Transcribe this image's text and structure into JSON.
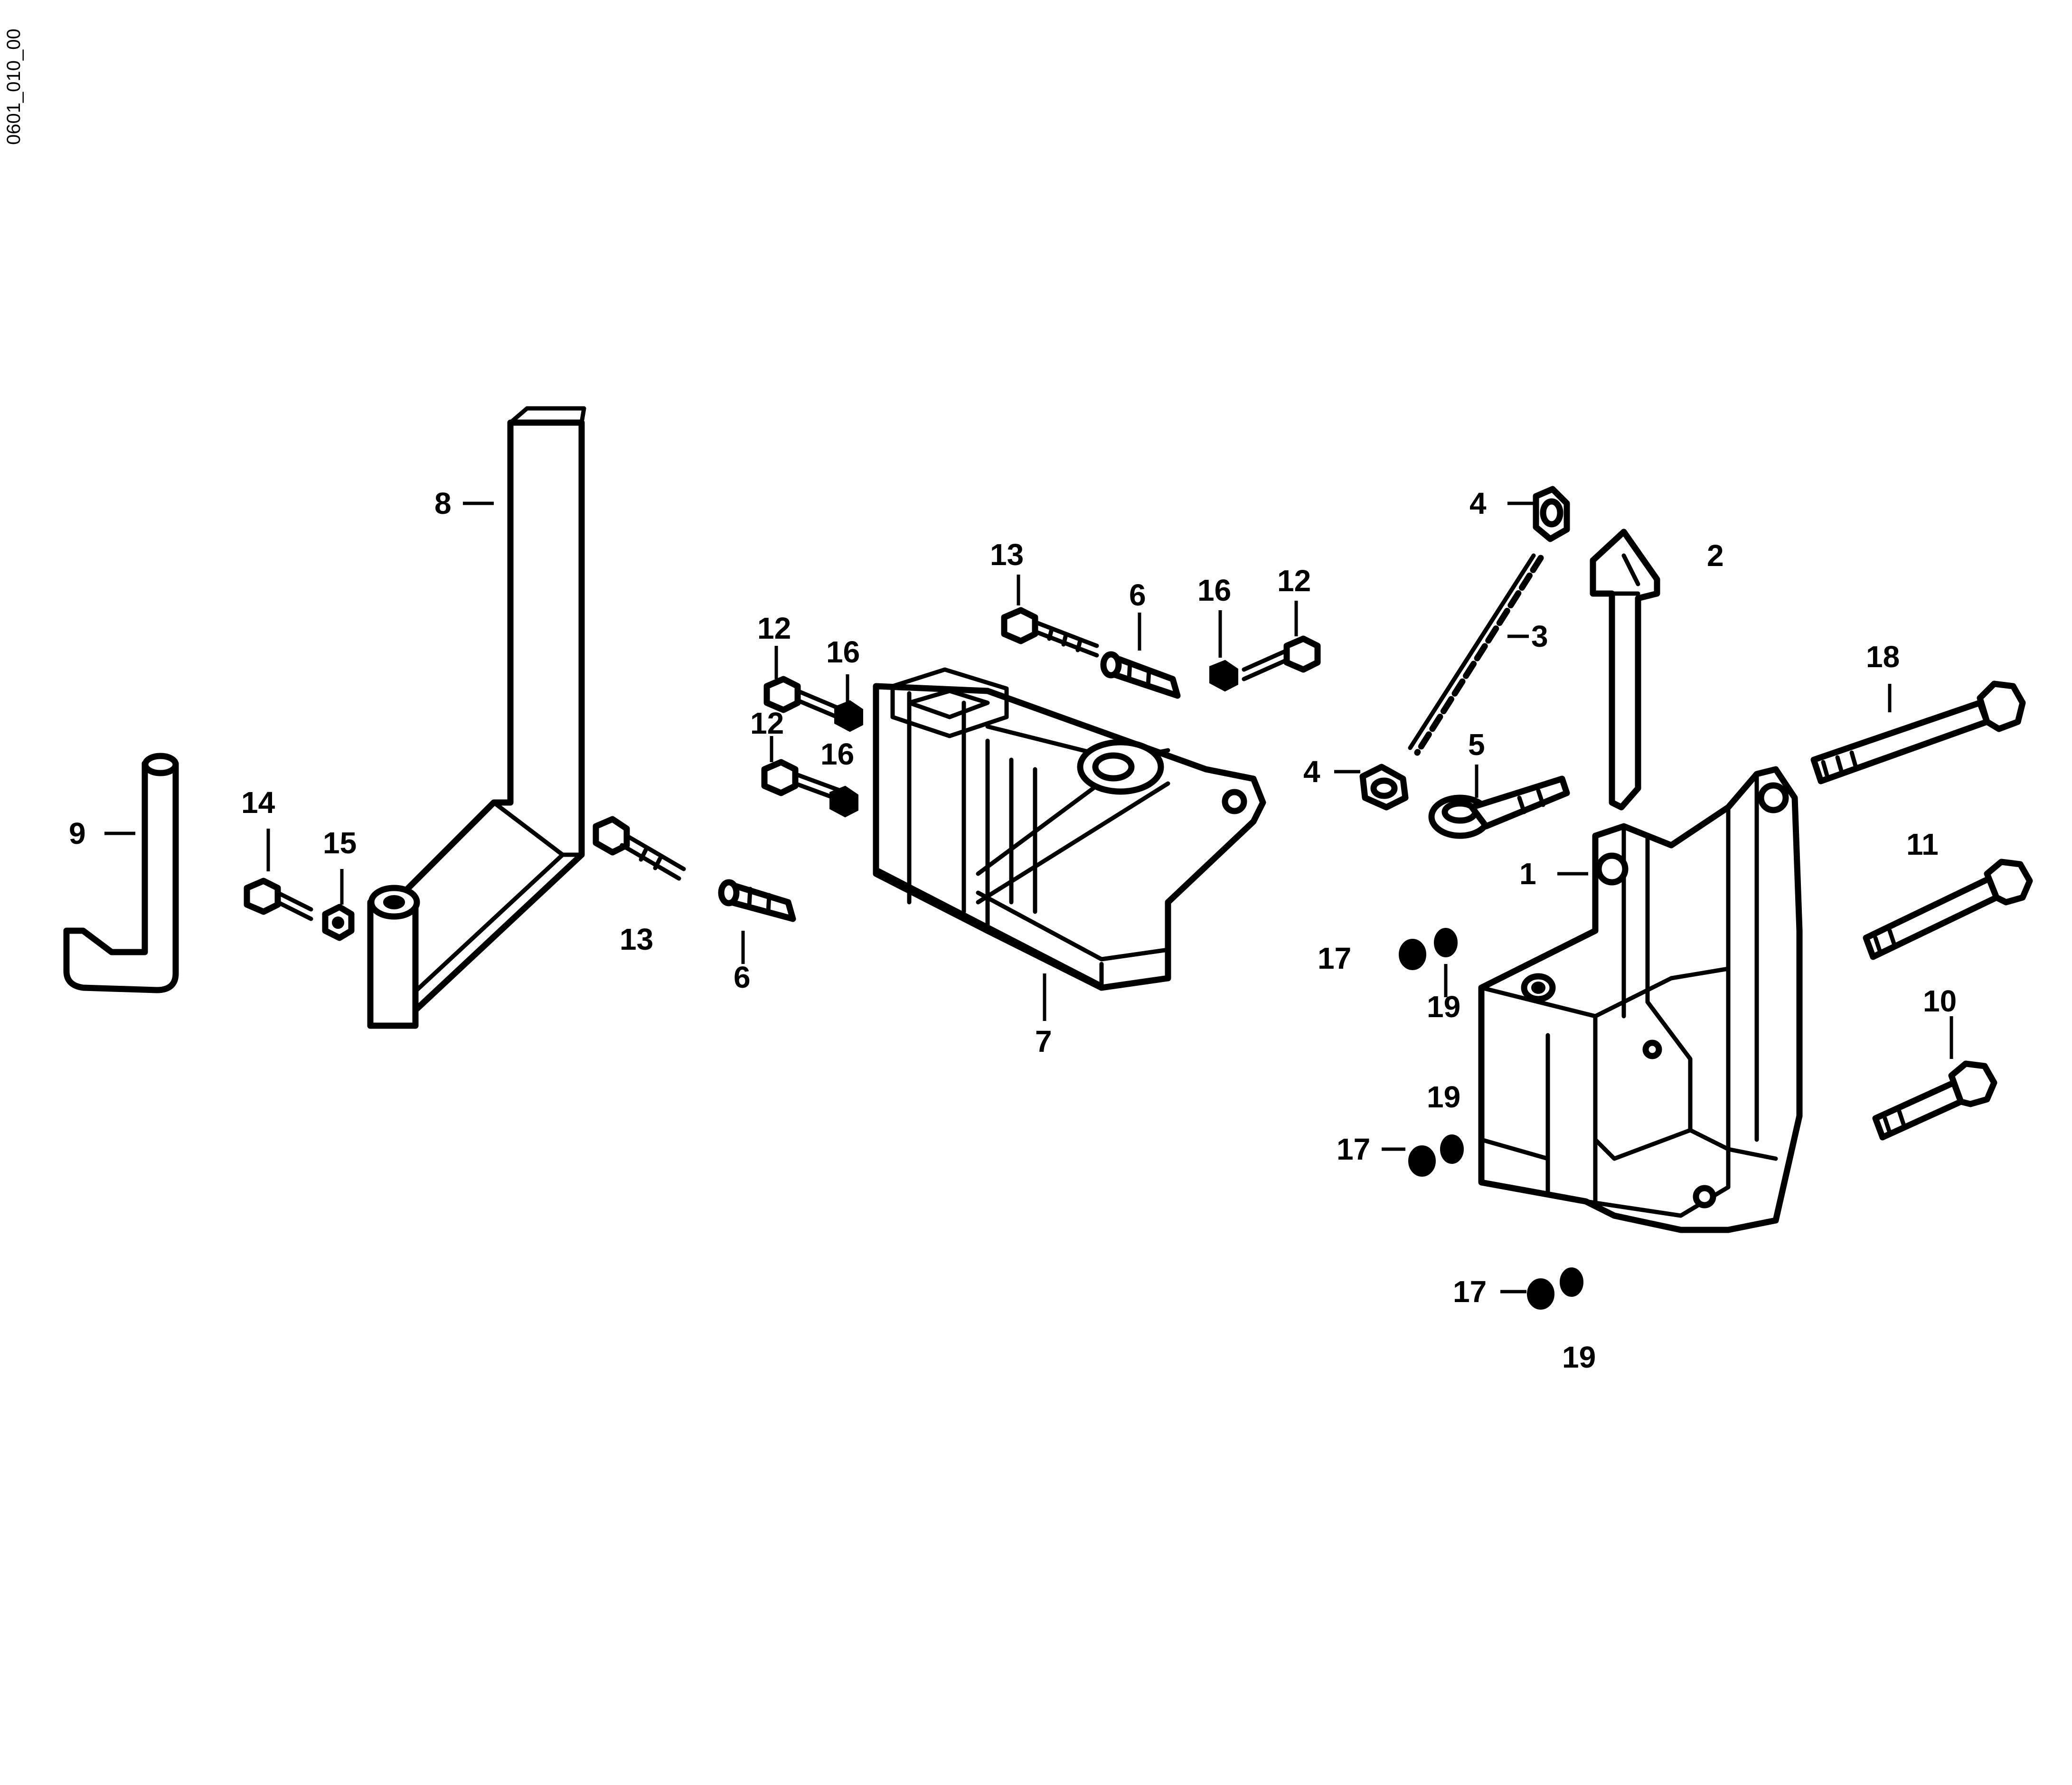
{
  "drawing_code": "0601_010_00",
  "callouts": [
    {
      "id": "c1",
      "text": "1"
    },
    {
      "id": "c2",
      "text": "2"
    },
    {
      "id": "c3",
      "text": "3"
    },
    {
      "id": "c4a",
      "text": "4"
    },
    {
      "id": "c4b",
      "text": "4"
    },
    {
      "id": "c5",
      "text": "5"
    },
    {
      "id": "c6a",
      "text": "6"
    },
    {
      "id": "c6b",
      "text": "6"
    },
    {
      "id": "c7",
      "text": "7"
    },
    {
      "id": "c8",
      "text": "8"
    },
    {
      "id": "c9",
      "text": "9"
    },
    {
      "id": "c10",
      "text": "10"
    },
    {
      "id": "c11",
      "text": "11"
    },
    {
      "id": "c12a",
      "text": "12"
    },
    {
      "id": "c12b",
      "text": "12"
    },
    {
      "id": "c12c",
      "text": "12"
    },
    {
      "id": "c13a",
      "text": "13"
    },
    {
      "id": "c13b",
      "text": "13"
    },
    {
      "id": "c14",
      "text": "14"
    },
    {
      "id": "c15",
      "text": "15"
    },
    {
      "id": "c16a",
      "text": "16"
    },
    {
      "id": "c16b",
      "text": "16"
    },
    {
      "id": "c16c",
      "text": "16"
    },
    {
      "id": "c17a",
      "text": "17"
    },
    {
      "id": "c17b",
      "text": "17"
    },
    {
      "id": "c17c",
      "text": "17"
    },
    {
      "id": "c18",
      "text": "18"
    },
    {
      "id": "c19a",
      "text": "19"
    },
    {
      "id": "c19b",
      "text": "19"
    },
    {
      "id": "c19c",
      "text": "19"
    }
  ]
}
